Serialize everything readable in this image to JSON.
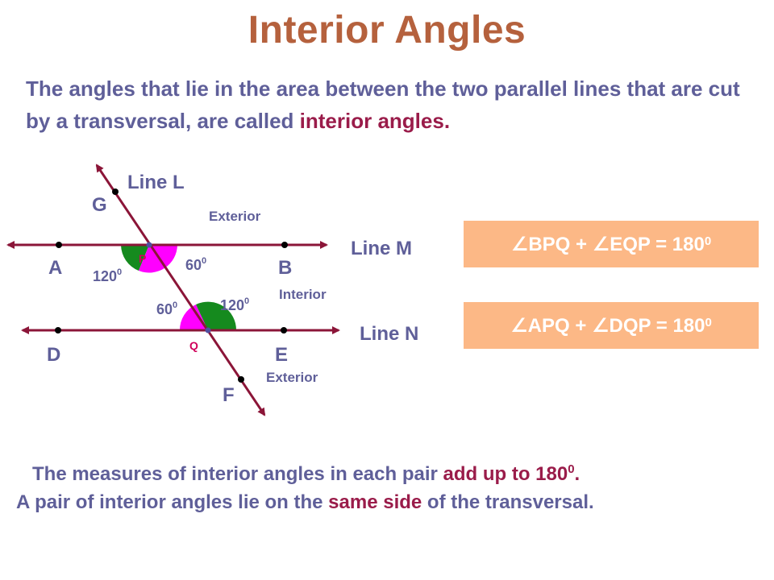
{
  "title": "Interior Angles",
  "intro": {
    "text": "The angles that lie in the area between the two parallel lines that are cut by a transversal, are called ",
    "highlight": "interior angles",
    "end": "."
  },
  "labels": {
    "line_l": "Line L",
    "line_m": "Line M",
    "line_n": "Line N",
    "g": "G",
    "a": "A",
    "b": "B",
    "d": "D",
    "e": "E",
    "f": "F",
    "p": "P",
    "q": "Q",
    "exterior_top": "Exterior",
    "interior": "Interior",
    "exterior_bottom": "Exterior"
  },
  "angles": {
    "apq": "120",
    "bpq": "60",
    "pqd": "60",
    "pqe": "120",
    "unit": "0"
  },
  "equations": [
    {
      "text": "∠BPQ + ∠EQP = 180",
      "sup": "0"
    },
    {
      "text": "∠APQ + ∠DQP = 180",
      "sup": "0"
    }
  ],
  "summary": {
    "line1_text": "The measures of interior angles in each pair ",
    "line1_highlight": "add up to 180",
    "line1_sup": "0",
    "line1_end": ".",
    "line2_text": "A pair of interior angles lie on the ",
    "line2_highlight": "same side",
    "line2_end": " of the transversal."
  },
  "colors": {
    "title": "#b5613d",
    "text": "#5f5f99",
    "highlight": "#9a1c4a",
    "lines": "#8b1538",
    "angle_green": "#158a1e",
    "angle_magenta": "#ff00ff",
    "equation_box": "#fcb886"
  }
}
